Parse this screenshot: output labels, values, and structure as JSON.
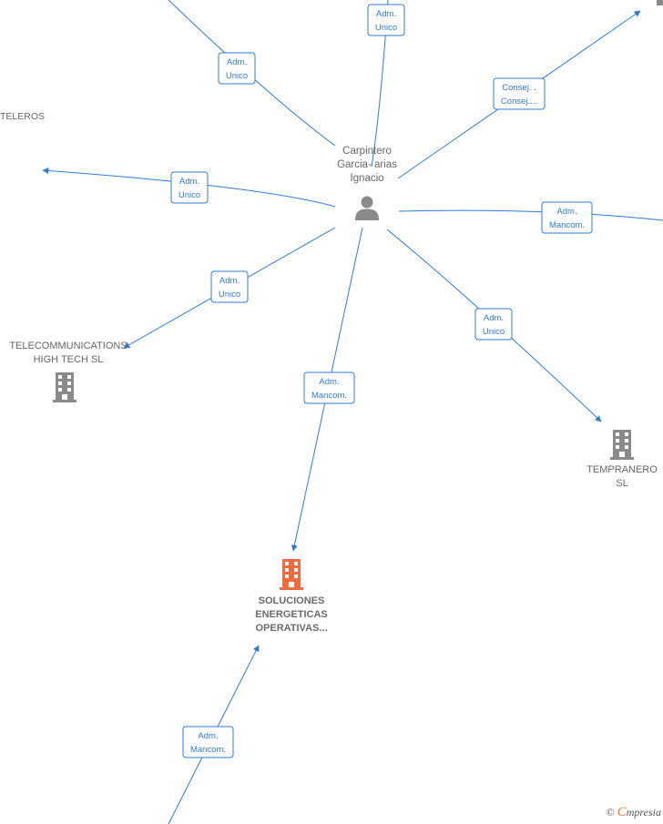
{
  "center": {
    "lines": [
      "Carpintero",
      "Garcia- arias",
      "Ignacio"
    ],
    "icon": "person-icon"
  },
  "nodes": {
    "telecom": {
      "lines": [
        "TELECOMMUNICATIONS",
        "HIGH TECH  SL"
      ],
      "icon": "building-icon"
    },
    "tempranero": {
      "lines": [
        "TEMPRANERO",
        "SL"
      ],
      "icon": "building-icon"
    },
    "soluciones": {
      "lines": [
        "SOLUCIONES",
        "ENERGETICAS",
        "OPERATIVAS..."
      ],
      "icon": "building-icon",
      "color": "#f26a3d"
    },
    "teleros": {
      "lines": [
        "TELEROS"
      ]
    }
  },
  "edges": [
    {
      "id": "top-left",
      "label": [
        "Adm.",
        "Unico"
      ]
    },
    {
      "id": "top",
      "label": [
        "Adm.",
        "Unico"
      ]
    },
    {
      "id": "top-right",
      "label": [
        "Consej. .",
        "Consej...."
      ]
    },
    {
      "id": "left",
      "label": [
        "Adm.",
        "Unico"
      ]
    },
    {
      "id": "right",
      "label": [
        "Adm.",
        "Mancom."
      ]
    },
    {
      "id": "telecom",
      "label": [
        "Adm.",
        "Unico"
      ]
    },
    {
      "id": "tempranero",
      "label": [
        "Adm.",
        "Unico"
      ]
    },
    {
      "id": "soluciones",
      "label": [
        "Adm.",
        "Mancom."
      ]
    },
    {
      "id": "bottom",
      "label": [
        "Adm.",
        "Mancom."
      ]
    }
  ],
  "colors": {
    "edge": "#2f7bd6",
    "building": "#8a8a8a",
    "focus_building": "#f26a3d",
    "brand": "#e87722"
  },
  "footer": {
    "symbol": "©",
    "brand_initial": "C",
    "brand_rest": "mpresia"
  }
}
